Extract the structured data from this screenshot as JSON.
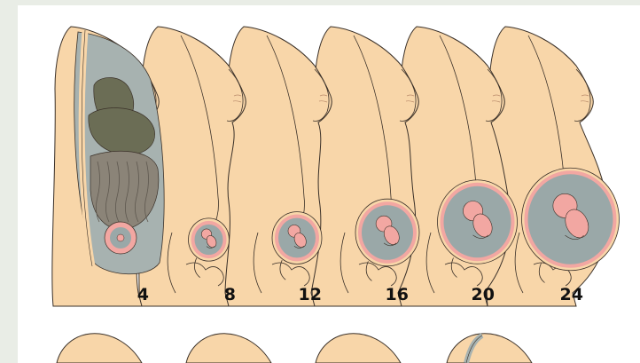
{
  "figure": {
    "panels": [
      {
        "week": "4",
        "stage": "uterus-in-pelvis"
      },
      {
        "week": "8",
        "stage": "small-embryo"
      },
      {
        "week": "12",
        "stage": "small-fetus"
      },
      {
        "week": "16",
        "stage": "fetus"
      },
      {
        "week": "20",
        "stage": "fetus"
      },
      {
        "week": "24",
        "stage": "large-fetus"
      }
    ],
    "colors": {
      "background": "#e9ede6",
      "panel": "#ffffff",
      "skin": "#f8d6a9",
      "uterus_wall": "#f2a7a2",
      "amniotic_fluid": "#9aa8a8",
      "cavity": "#a7b2b0",
      "organ_dark": "#6b6d55",
      "organ_intestine": "#8b8478",
      "outline": "#3a3028"
    }
  }
}
